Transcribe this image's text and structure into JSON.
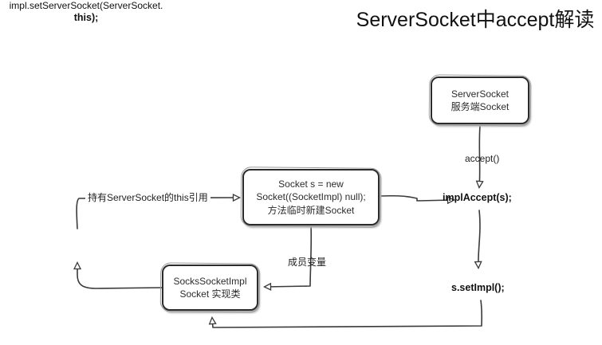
{
  "title": "ServerSocket中accept解读",
  "nodes": {
    "server_socket": {
      "label": "ServerSocket\n服务端Socket"
    },
    "temp_socket": {
      "label": "Socket s = new\nSocket((SocketImpl) null);\n方法临时新建Socket"
    },
    "socket_impl": {
      "label": "SocksSocketImpl\nSocket 实现类"
    }
  },
  "edge_labels": {
    "accept": "accept()",
    "impl_accept": "implAccept(s);",
    "set_impl": "s.setImpl();",
    "member_variable": "成员变量",
    "this_reference": "持有ServerSocket的this引用",
    "set_server_socket": "impl.setServerSocket(ServerSocket.",
    "set_server_socket_this": "this);"
  },
  "colors": {
    "background": "#ffffff",
    "line": "#3a3a3a",
    "box_border": "#2b2b2b",
    "box_shadow": "#b6b6b6",
    "text": "#111111"
  }
}
